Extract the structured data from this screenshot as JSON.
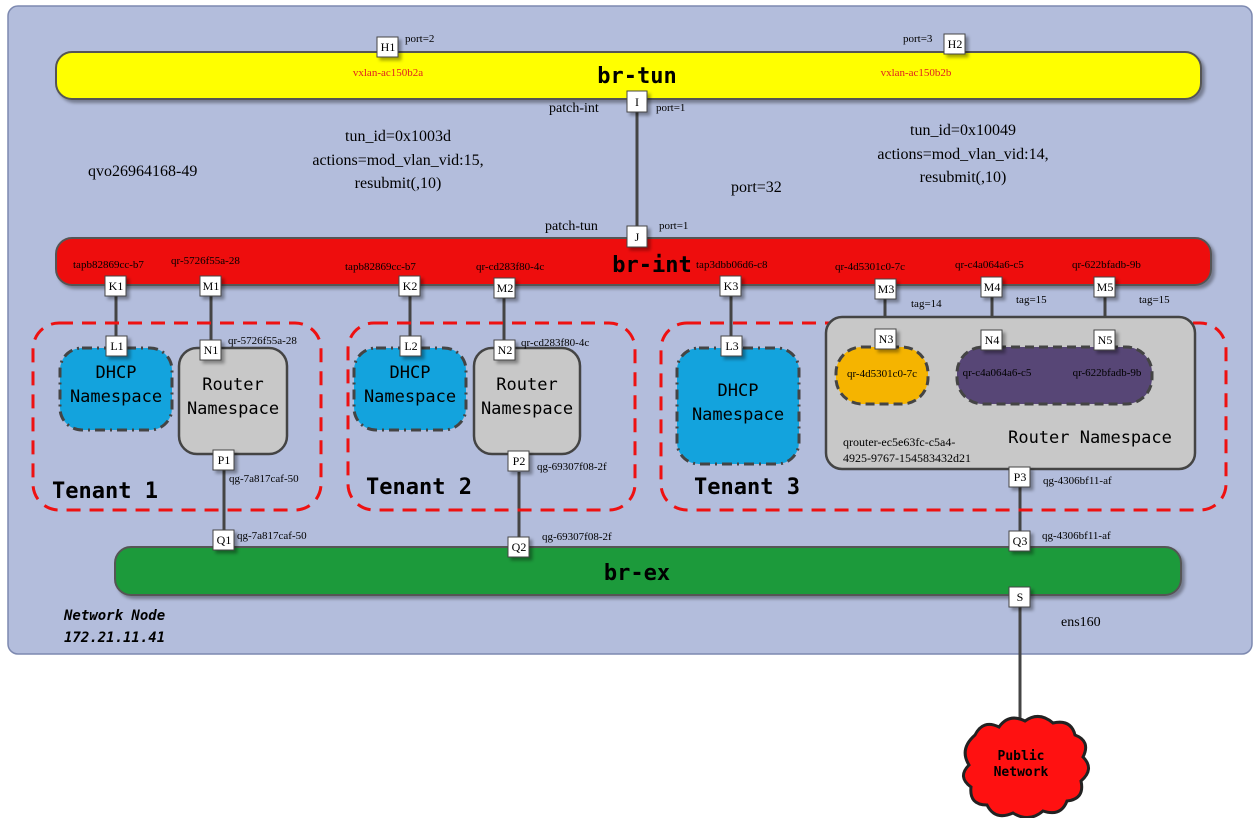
{
  "node": {
    "name": "Network Node",
    "ip": "172.21.11.41"
  },
  "bridges": {
    "tun": "br-tun",
    "int": "br-int",
    "ex": "br-ex"
  },
  "tun": {
    "h1_port": "port=2",
    "h1_iface": "vxlan-ac150b2a",
    "h2_port": "port=3",
    "h2_iface": "vxlan-ac150b2b",
    "patch_int": "patch-int",
    "i_port": "port=1"
  },
  "flows": {
    "left": [
      "tun_id=0x1003d",
      "actions=mod_vlan_vid:15,",
      "resubmit(,10)"
    ],
    "right": [
      "tun_id=0x10049",
      "actions=mod_vlan_vid:14,",
      "resubmit(,10)"
    ],
    "qvo": "qvo26964168-49",
    "port32": "port=32"
  },
  "int": {
    "patch_tun": "patch-tun",
    "j_port": "port=1",
    "tap1": "tapb82869cc-b7",
    "qr1": "qr-5726f55a-28",
    "tap2": "tapb82869cc-b7",
    "qr2": "qr-cd283f80-4c",
    "tap3": "tap3dbb06d6-c8",
    "qr3": "qr-4d5301c0-7c",
    "qr4": "qr-c4a064a6-c5",
    "qr5": "qr-622bfadb-9b",
    "tag14": "tag=14",
    "tag15a": "tag=15",
    "tag15b": "tag=15"
  },
  "ports": {
    "H1": "H1",
    "H2": "H2",
    "I": "I",
    "J": "J",
    "K1": "K1",
    "K2": "K2",
    "K3": "K3",
    "M1": "M1",
    "M2": "M2",
    "M3": "M3",
    "M4": "M4",
    "M5": "M5",
    "L1": "L1",
    "L2": "L2",
    "L3": "L3",
    "N1": "N1",
    "N2": "N2",
    "N3": "N3",
    "N4": "N4",
    "N5": "N5",
    "P1": "P1",
    "P2": "P2",
    "P3": "P3",
    "Q1": "Q1",
    "Q2": "Q2",
    "Q3": "Q3",
    "S": "S"
  },
  "tenants": {
    "t1": "Tenant 1",
    "t2": "Tenant 2",
    "t3": "Tenant 3"
  },
  "namespaces": {
    "dhcp1": "Namespace",
    "dhcp_word": "DHCP",
    "router_word": "Router",
    "ns_word": "Namespace",
    "router3": "Router Namespace",
    "qr_n1": "qr-5726f55a-28",
    "qr_n2": "qr-cd283f80-4c",
    "qr_n3": "qr-4d5301c0-7c",
    "qr_n4": "qr-c4a064a6-c5",
    "qr_n5": "qr-622bfadb-9b",
    "qrouter": [
      "qrouter-ec5e63fc-c5a4-",
      "4925-9767-154583432d21"
    ]
  },
  "ex": {
    "qg_p1": "qg-7a817caf-50",
    "qg_q1": "qg-7a817caf-50",
    "qg_p2": "qg-69307f08-2f",
    "qg_q2": "qg-69307f08-2f",
    "qg_p3": "qg-4306bf11-af",
    "qg_q3": "qg-4306bf11-af",
    "ens": "ens160"
  },
  "public": [
    "Public",
    "Network"
  ],
  "colors": {
    "node_bg": "#b3bddc",
    "br_tun": "#ffff00",
    "br_int": "#ee1111",
    "br_ex": "#1a9a3a",
    "dhcp": "#13a3dd",
    "router": "#c8c8c8",
    "qr_orange": "#f5b400",
    "qr_purple": "#574676",
    "tenant_dash": "#ee1111",
    "public": "#ff1111"
  }
}
